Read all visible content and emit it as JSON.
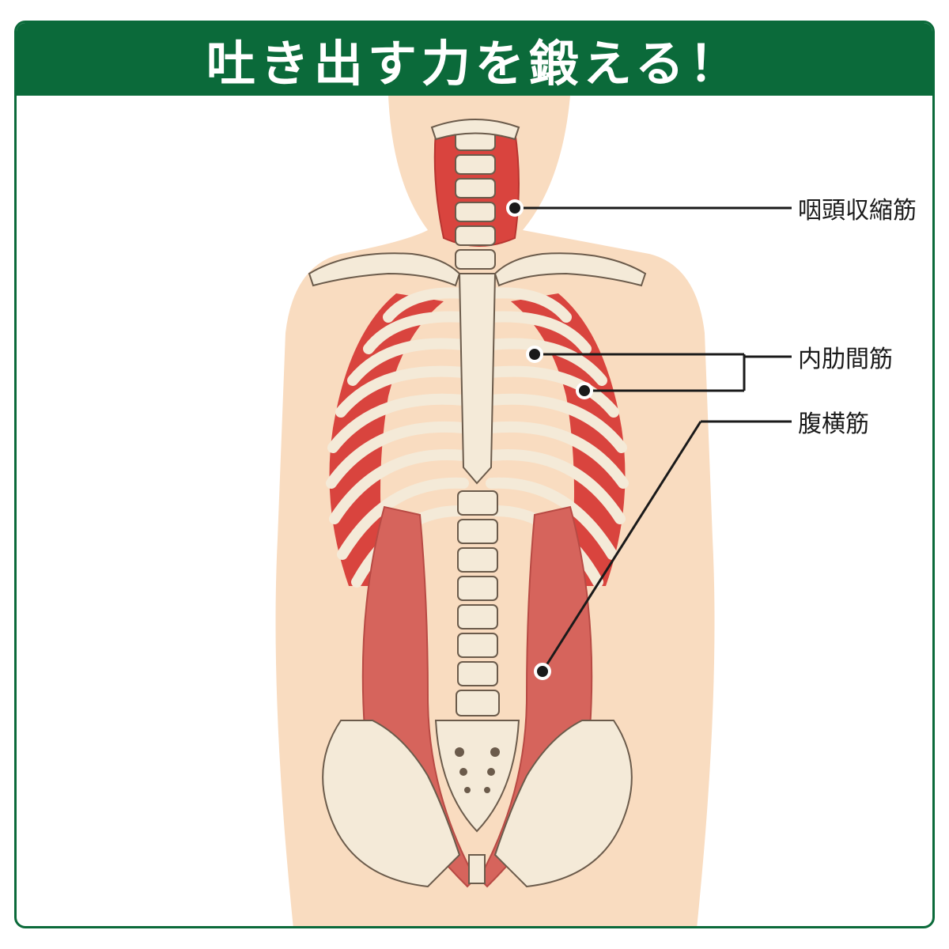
{
  "title": "吐き出す力を鍛える！",
  "labels": {
    "pharynx": "咽頭収縮筋",
    "intercostal": "内肋間筋",
    "transverse": "腹横筋"
  },
  "colors": {
    "accent": "#0b6a3a",
    "skin": "#f9dcc0",
    "bone": "#f4ead8",
    "muscle": "#d9443e",
    "muscle_light": "#d6645c"
  }
}
